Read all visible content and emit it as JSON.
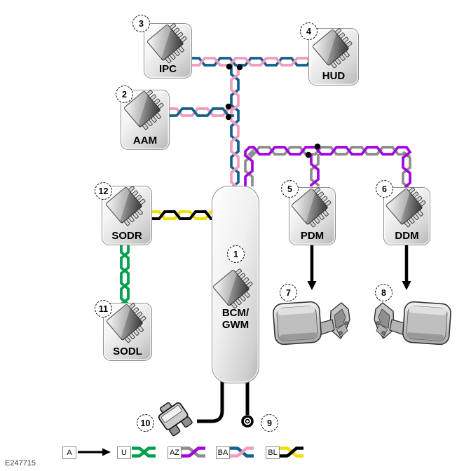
{
  "figure_id": "E247715",
  "colors": {
    "pink": "#f09cbe",
    "blue": "#15608f",
    "purple": "#a303dd",
    "gray": "#8d8d8d",
    "green": "#00a14b",
    "yellow": "#f0e000",
    "black": "#000000"
  },
  "modules": {
    "ipc": {
      "label": "IPC",
      "callout": "3"
    },
    "hud": {
      "label": "HUD",
      "callout": "4"
    },
    "aam": {
      "label": "AAM",
      "callout": "2"
    },
    "sodr": {
      "label": "SODR",
      "callout": "12"
    },
    "sodl": {
      "label": "SODL",
      "callout": "11"
    },
    "bcm": {
      "label": "BCM/\nGWM",
      "callout": "1"
    },
    "pdm": {
      "label": "PDM",
      "callout": "5"
    },
    "ddm": {
      "label": "DDM",
      "callout": "6"
    }
  },
  "callouts": {
    "mirror_left": "7",
    "mirror_right": "8",
    "ground": "9",
    "connector": "10"
  },
  "legend": {
    "items": [
      {
        "code": "A",
        "type": "arrow"
      },
      {
        "code": "U",
        "type": "twisted-pair",
        "strands": [
          "green",
          "green"
        ]
      },
      {
        "code": "AZ",
        "type": "twisted-pair",
        "strands": [
          "gray",
          "purple"
        ]
      },
      {
        "code": "BA",
        "type": "twisted-pair",
        "strands": [
          "blue",
          "pink"
        ]
      },
      {
        "code": "BL",
        "type": "twisted-pair",
        "strands": [
          "yellow",
          "black"
        ]
      }
    ]
  }
}
